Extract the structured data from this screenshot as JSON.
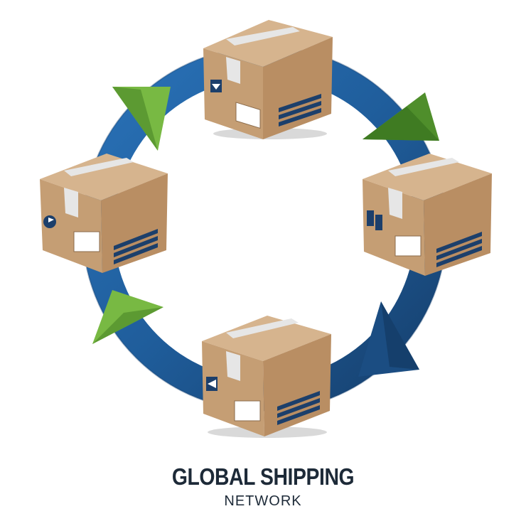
{
  "diagram": {
    "title": "GLOBAL SHIPPING",
    "subtitle": "NETWORK",
    "colors": {
      "ring_dark": "#163f6c",
      "ring_mid": "#1f5d9b",
      "ring_light": "#2a72b8",
      "arrow_green": "#78b943",
      "arrow_green_dark": "#3f7b22",
      "box_top": "#d6b48e",
      "box_left": "#c59e74",
      "box_right": "#b98e63",
      "tape": "#e6e6e6",
      "label": "#ffffff",
      "marks": "#1c3f6b"
    },
    "nodes": [
      {
        "id": "top",
        "icon": "down-arrow-icon"
      },
      {
        "id": "right",
        "icon": "fragile-glass-icon"
      },
      {
        "id": "bottom",
        "icon": "this-side-up-icon"
      },
      {
        "id": "left",
        "icon": "flag-icon"
      }
    ],
    "flow": "clockwise"
  }
}
